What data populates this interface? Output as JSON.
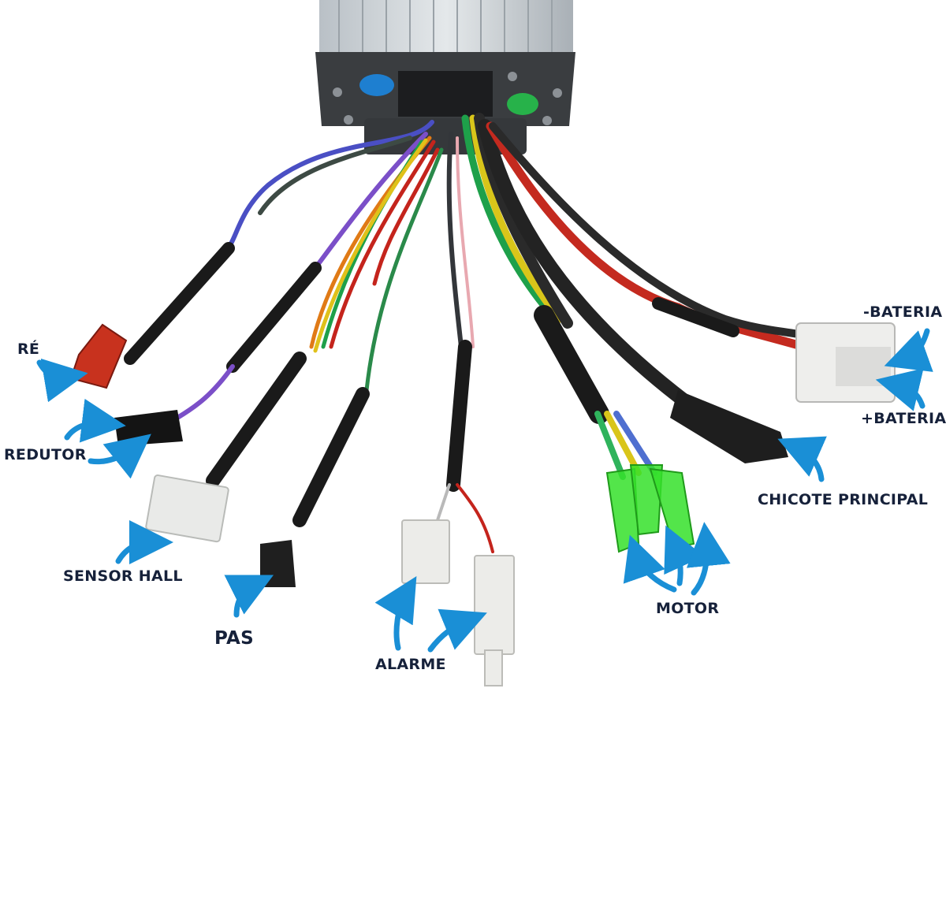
{
  "labels": {
    "re": "RÉ",
    "redutor": "REDUTOR",
    "sensor_hall": "SENSOR HALL",
    "pas": "PAS",
    "alarme": "ALARME",
    "motor": "MOTOR",
    "chicote_principal": "CHICOTE PRINCIPAL",
    "bateria_neg": "-BATERIA",
    "bateria_pos": "+BATERIA"
  },
  "colors": {
    "label_text": "#16213a",
    "arrow": "#1a8fd6",
    "casing": "#c9cfd4",
    "endplate": "#3a3d40"
  }
}
